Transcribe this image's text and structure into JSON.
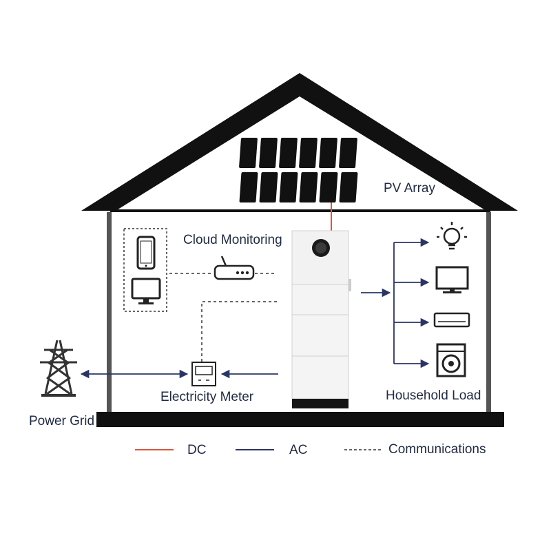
{
  "labels": {
    "pv_array": "PV Array",
    "cloud_monitoring": "Cloud Monitoring",
    "electricity_meter": "Electricity Meter",
    "household_load": "Household Load",
    "power_grid": "Power Grid"
  },
  "legend": {
    "dc": "DC",
    "ac": "AC",
    "communications": "Communications"
  },
  "colors": {
    "dc_line": "#d9573c",
    "ac_line": "#2a3566",
    "comm_line": "#333333",
    "house_outline": "#111111",
    "text": "#1f2a44"
  }
}
